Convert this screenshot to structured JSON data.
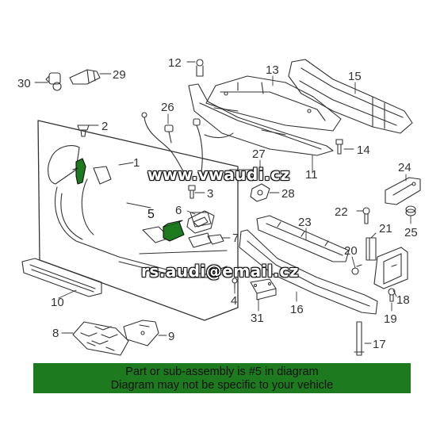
{
  "diagram": {
    "callouts": [
      "30",
      "29",
      "12",
      "13",
      "15",
      "26",
      "2",
      "1",
      "27",
      "14",
      "11",
      "24",
      "3",
      "28",
      "6",
      "5",
      "22",
      "23",
      "25",
      "21",
      "20",
      "7",
      "10",
      "4",
      "16",
      "31",
      "18",
      "19",
      "8",
      "9",
      "17"
    ]
  },
  "watermark": {
    "top": "www.vwaudi.cz",
    "middle": "rs.audi@email.cz"
  },
  "banner": {
    "line1": "Part or sub-assembly is #5 in diagram",
    "line2": "Diagram may not be specific to your vehicle"
  },
  "colors": {
    "highlight": "#1e7a1e",
    "banner_bg": "#1e7a1e",
    "line": "#333333"
  }
}
